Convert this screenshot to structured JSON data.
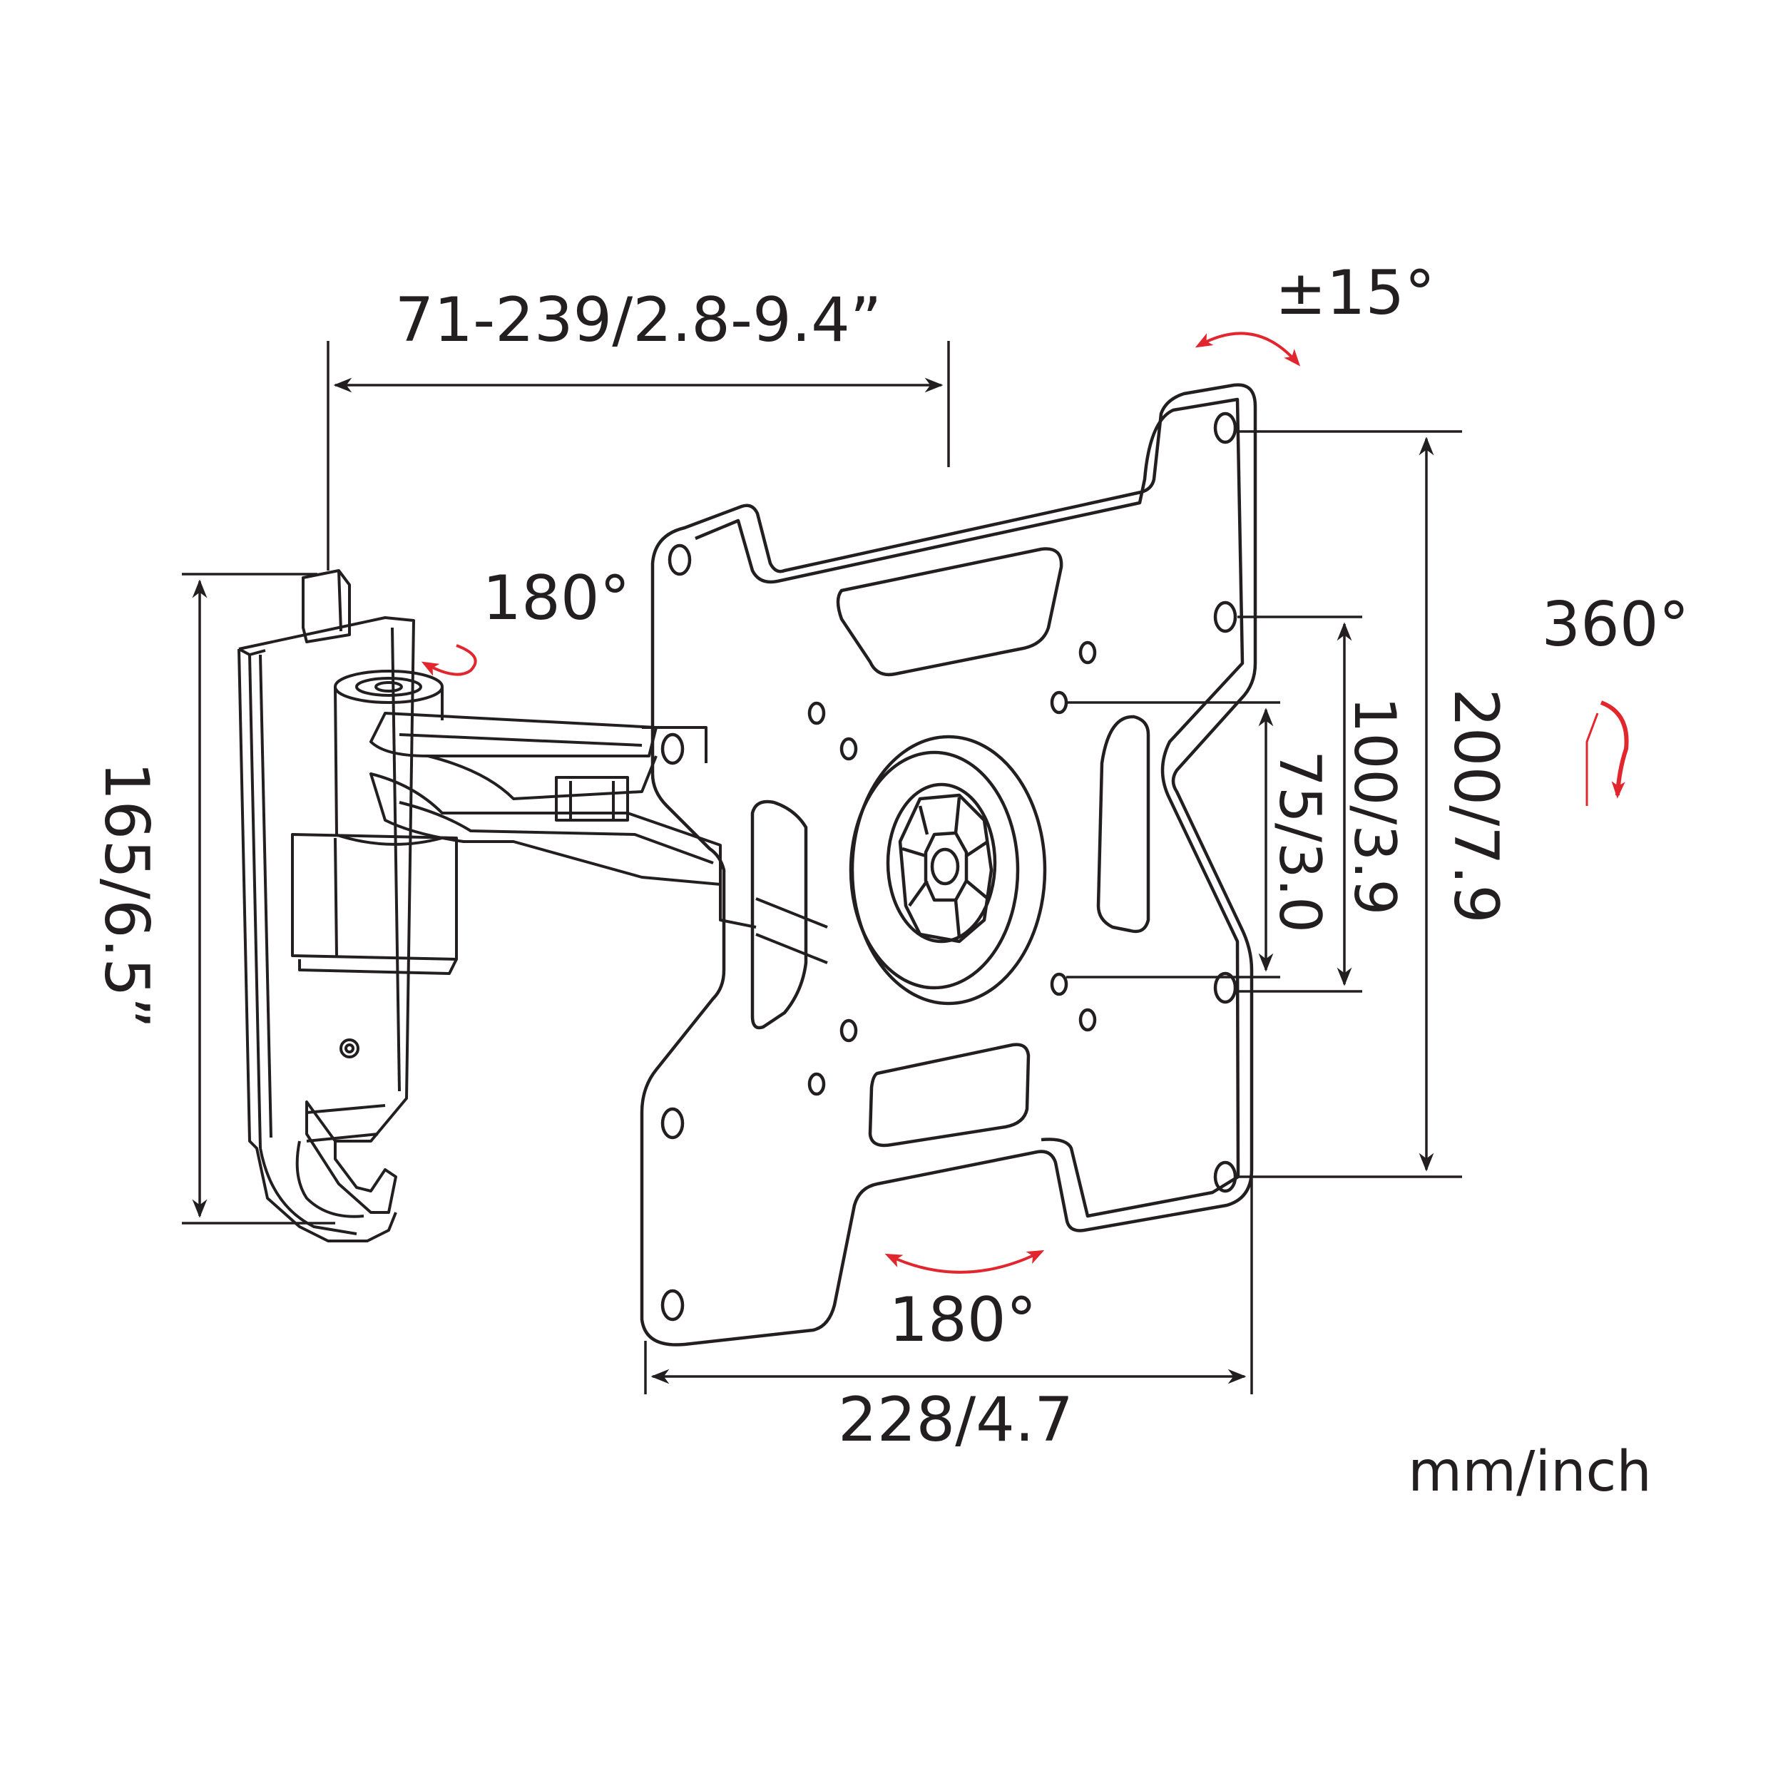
{
  "diagram": {
    "dimensions": {
      "arm_extension": "71-239/2.8-9.4”",
      "wall_plate_height": "165/6.5”",
      "vesa_plate_height": "200/7.9",
      "vesa_hole_100": "100/3.9",
      "vesa_hole_75": "75/3.0",
      "vesa_plate_width": "228/4.7"
    },
    "angles": {
      "tilt": "±15°",
      "arm_swivel": "180°",
      "plate_swivel": "180°",
      "rotation": "360°"
    },
    "units_note": "mm/inch"
  },
  "colors": {
    "line": "#231f20",
    "motion_arrow": "#e1262d"
  }
}
